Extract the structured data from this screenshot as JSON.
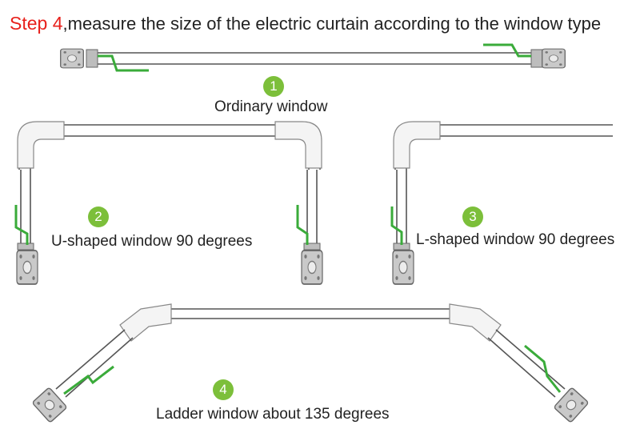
{
  "heading": {
    "step": "Step 4",
    "text": ",measure the size of the electric curtain according to the window type"
  },
  "windows": [
    {
      "number": "1",
      "caption": "Ordinary window"
    },
    {
      "number": "2",
      "caption": "U-shaped window 90 degrees"
    },
    {
      "number": "3",
      "caption": "L-shaped window 90 degrees"
    },
    {
      "number": "4",
      "caption": "Ladder window about 135 degrees"
    }
  ],
  "colors": {
    "step_red": "#e8211c",
    "badge_green": "#7cbf3a",
    "cable_green": "#3aab3a",
    "rail_gray": "#555555",
    "motor_gray": "#c9c9c9"
  }
}
